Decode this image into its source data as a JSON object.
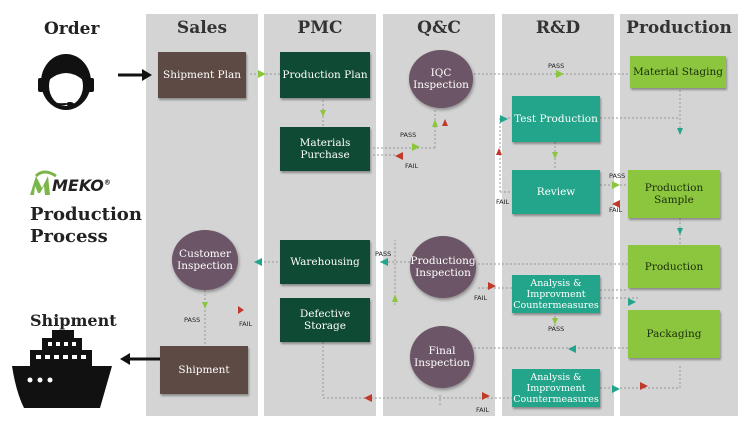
{
  "lanes": [
    "Sales",
    "PMC",
    "Q&C",
    "R&D",
    "Production"
  ],
  "left": {
    "order": "Order",
    "brand": "MEKO",
    "brand_mark": "®",
    "title_line1": "Production",
    "title_line2": "Process",
    "shipment": "Shipment"
  },
  "nodes": {
    "shipment_plan": "Shipment Plan",
    "production_plan": "Production Plan",
    "materials_purchase": "Materials Purchase",
    "iqc_inspection": "IQC Inspection",
    "material_staging": "Material Staging",
    "test_production": "Test Production",
    "review": "Review",
    "production_sample": "Production Sample",
    "production": "Production",
    "customer_inspection": "Customer Inspection",
    "warehousing": "Warehousing",
    "productiong_inspection": "Productiong Inspection",
    "analysis1": "Analysis & Improvment Countermeasures",
    "packaging": "Packaging",
    "defective_storage": "Defective Storage",
    "final_inspection": "Final Inspection",
    "analysis2": "Analysis & Improvment Countermeasures",
    "shipment_box": "Shipment"
  },
  "labels": {
    "pass": "PASS",
    "fail": "FAIL"
  },
  "colors": {
    "lane": "#d4d4d4",
    "brown": "#5e4a44",
    "dark_green": "#0f4a34",
    "teal": "#22a58a",
    "lime": "#8cc63f",
    "circle": "#6b5566",
    "pass_arrow": "#8cc63f",
    "fail_arrow": "#c0392b"
  }
}
